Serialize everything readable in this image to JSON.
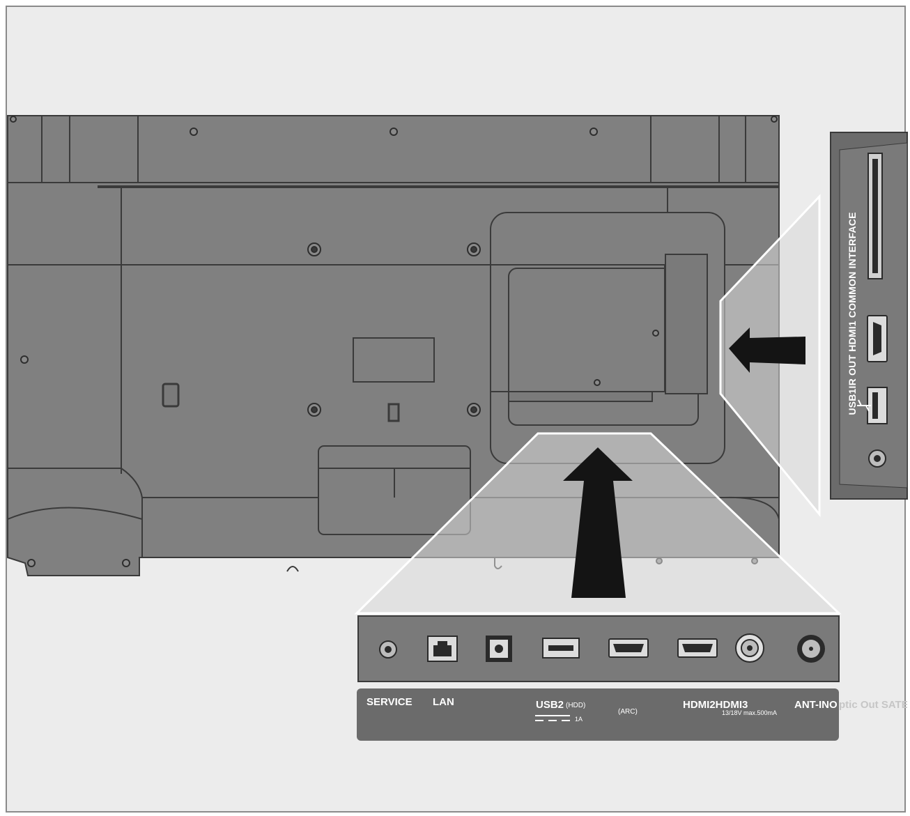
{
  "colors": {
    "frame_background": "#ececec",
    "tv_body": "#808080",
    "tv_outline": "#3a3a3a",
    "panel_dark": "#6b6b6b",
    "arrow": "#141414",
    "label_text": "#ffffff"
  },
  "side_panel": {
    "vertical_label": "USB1IR OUT HDMI1 COMMON INTERFACE"
  },
  "bottom_panel": {
    "labels": {
      "service": "SERVICE",
      "lan": "LAN",
      "usb2": "USB2",
      "usb2_hdd": "(HDD)",
      "usb2_power": "1A",
      "arc": "(ARC)",
      "hdmi2_hdmi3": "HDMI2HDMI3",
      "lnb_power": "13/18V max.500mA",
      "ant_in": "ANT-INO",
      "overflow": "ptic Out SATEL"
    }
  },
  "icons": {
    "side": [
      "ci-slot-icon",
      "hdmi-port-icon",
      "usb-port-icon",
      "usb-symbol-icon",
      "ir-out-jack-icon"
    ],
    "bottom": [
      "service-jack-icon",
      "lan-port-icon",
      "optical-out-icon",
      "usb-port-icon",
      "hdmi-port-icon",
      "hdmi-port-icon",
      "antenna-coax-icon",
      "satellite-f-connector-icon"
    ]
  }
}
